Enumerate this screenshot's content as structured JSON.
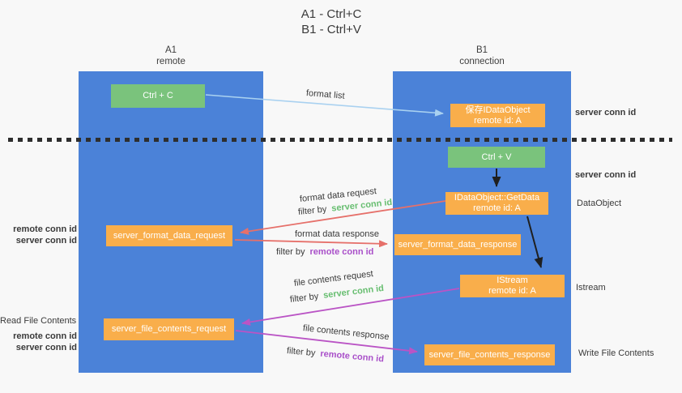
{
  "title": {
    "line1": "A1 - Ctrl+C",
    "line2": "B1 - Ctrl+V"
  },
  "columns": {
    "a": {
      "name": "A1",
      "role": "remote"
    },
    "b": {
      "name": "B1",
      "role": "connection"
    }
  },
  "nodes": {
    "ctrl_c": {
      "label": "Ctrl + C"
    },
    "ctrl_v": {
      "label": "Ctrl + V"
    },
    "save_idataobject": {
      "line1": "保存IDataObject",
      "line2": "remote id: A"
    },
    "idataobject_getdata": {
      "line1": "IDataObject::GetData",
      "line2": "remote id: A"
    },
    "server_format_data_request": {
      "label": "server_format_data_request"
    },
    "server_format_data_response": {
      "label": "server_format_data_response"
    },
    "istream": {
      "line1": "IStream",
      "line2": "remote id: A"
    },
    "server_file_contents_request": {
      "label": "server_file_contents_request"
    },
    "server_file_contents_response": {
      "label": "server_file_contents_response"
    }
  },
  "annotations": {
    "format_list": "format list",
    "format_data_request": "format data request",
    "format_data_response": "format data response",
    "file_contents_request": "file contents request",
    "file_contents_response": "file contents response",
    "filter_by": "filter by",
    "server_conn_id": "server conn id",
    "remote_conn_id": "remote conn id"
  },
  "side_labels": {
    "server_conn_id_top_right": "server conn id",
    "server_conn_id_mid_right": "server conn id",
    "dataobject": "DataObject",
    "istream": "Istream",
    "write_file_contents": "Write File Contents",
    "remote_conn_id_left_top": "remote conn id",
    "server_conn_id_left_top": "server conn id",
    "read_file_contents": "Read File Contents",
    "remote_conn_id_left_bottom": "remote conn id",
    "server_conn_id_left_bottom": "server conn id"
  },
  "colors": {
    "background": "#F8F8F8",
    "column_blue": "#4B82D8",
    "node_green": "#7AC37C",
    "node_orange": "#F9AE4B",
    "conn_id_green": "#67BE70",
    "conn_id_purple": "#A94FC9",
    "arrow_blue": "#A9D1F0",
    "arrow_red": "#E6706A",
    "arrow_magenta": "#BA54C5",
    "arrow_black": "#1F1F1F",
    "divider_black": "#2E2E2E"
  }
}
